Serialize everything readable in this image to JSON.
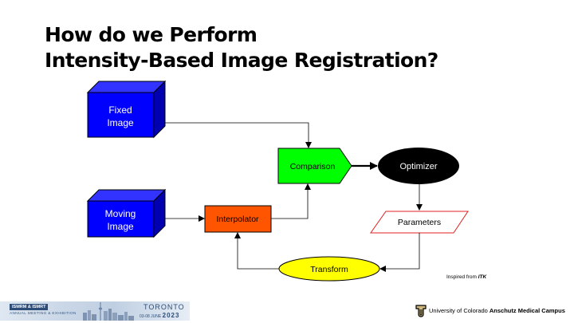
{
  "title": {
    "line1": "How do we Perform",
    "line2": "Intensity-Based Image Registration?"
  },
  "diagram": {
    "fixed_image": "Fixed Image",
    "moving_image": "Moving Image",
    "comparison": "Comparison",
    "optimizer": "Optimizer",
    "interpolator": "Interpolator",
    "parameters": "Parameters",
    "transform": "Transform"
  },
  "credit": {
    "prefix": "Inspired from ",
    "source": "ITK"
  },
  "footer": {
    "org": "ISMRM & ISMRT",
    "event": "ANNUAL MEETING & EXHIBITION",
    "city": "TORONTO",
    "dates_prefix": "03-08 JUNE ",
    "year": "2023",
    "university_prefix": "University of Colorado ",
    "campus": "Anschutz Medical Campus"
  },
  "colors": {
    "cube_blue": "#0000ff",
    "comparison_green": "#00ff00",
    "interpolator_orange": "#ff5500",
    "transform_yellow": "#ffff00",
    "parameters_border": "#e02020",
    "optimizer_black": "#000000"
  }
}
